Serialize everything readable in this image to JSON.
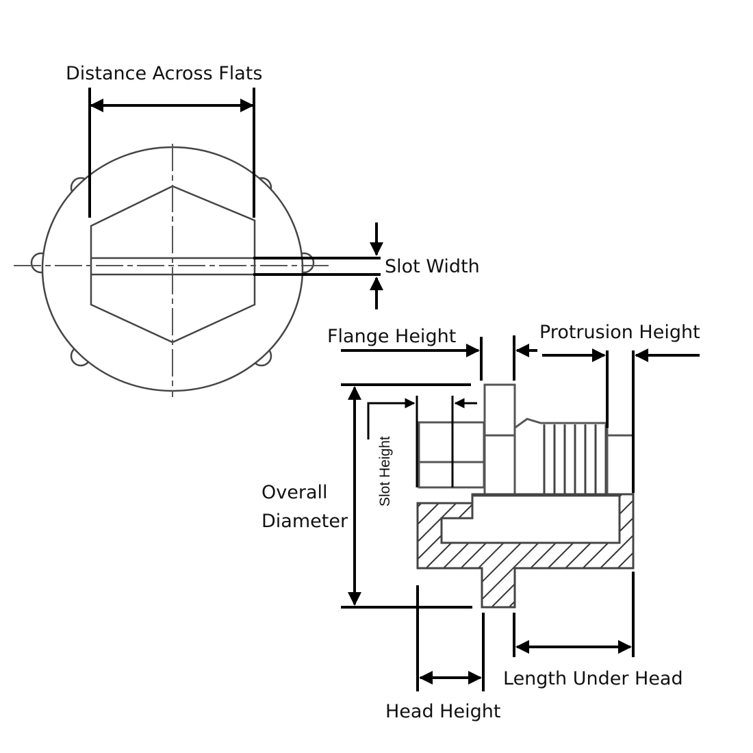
{
  "labels": {
    "distance_across_flats": "Distance Across Flats",
    "slot_width": "Slot Width",
    "flange_height": "Flange Height",
    "protrusion_height": "Protrusion Height",
    "slot_height": "Slot Height",
    "overall_diameter_line1": "Overall",
    "overall_diameter_line2": "Diameter",
    "length_under_head": "Length Under Head",
    "head_height": "Head Height"
  }
}
